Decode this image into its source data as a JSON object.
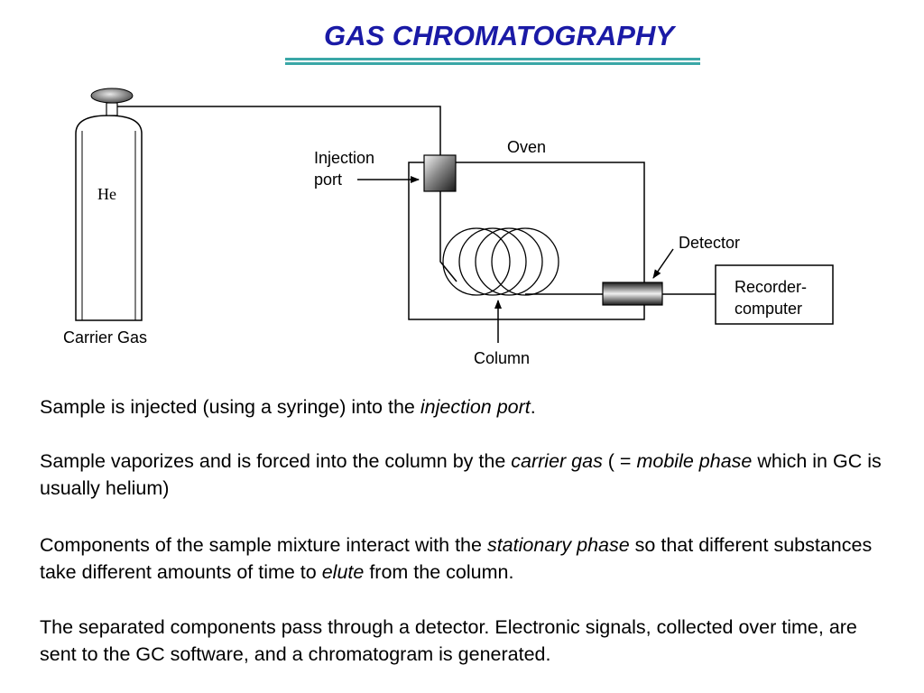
{
  "title": "GAS CHROMATOGRAPHY",
  "diagram": {
    "cylinder_label": "He",
    "carrier_gas_label": "Carrier Gas",
    "injection_port_label_line1": "Injection",
    "injection_port_label_line2": "port",
    "oven_label": "Oven",
    "detector_label": "Detector",
    "recorder_label_line1": "Recorder-",
    "recorder_label_line2": "computer",
    "column_label": "Column"
  },
  "paragraphs": {
    "p1": {
      "a": "Sample is injected (using a syringe) into the ",
      "b": "injection port",
      "c": "."
    },
    "p2": {
      "a": "Sample vaporizes and is forced into the column by the ",
      "b": "carrier gas",
      "c": " ( = ",
      "d": "mobile phase",
      "e": " which in GC is usually helium)"
    },
    "p3": {
      "a": "Components of the sample mixture interact with the ",
      "b": "stationary phase",
      "c": " so that different substances take different amounts of time to ",
      "d": "elute",
      "e": " from the column."
    },
    "p4": {
      "a": "The separated components pass through a detector. Electronic signals, collected over time, are sent to the GC software, and a chromatogram is generated."
    }
  },
  "colors": {
    "title": "#1a1aa6",
    "rule": "#3aa7a7"
  }
}
